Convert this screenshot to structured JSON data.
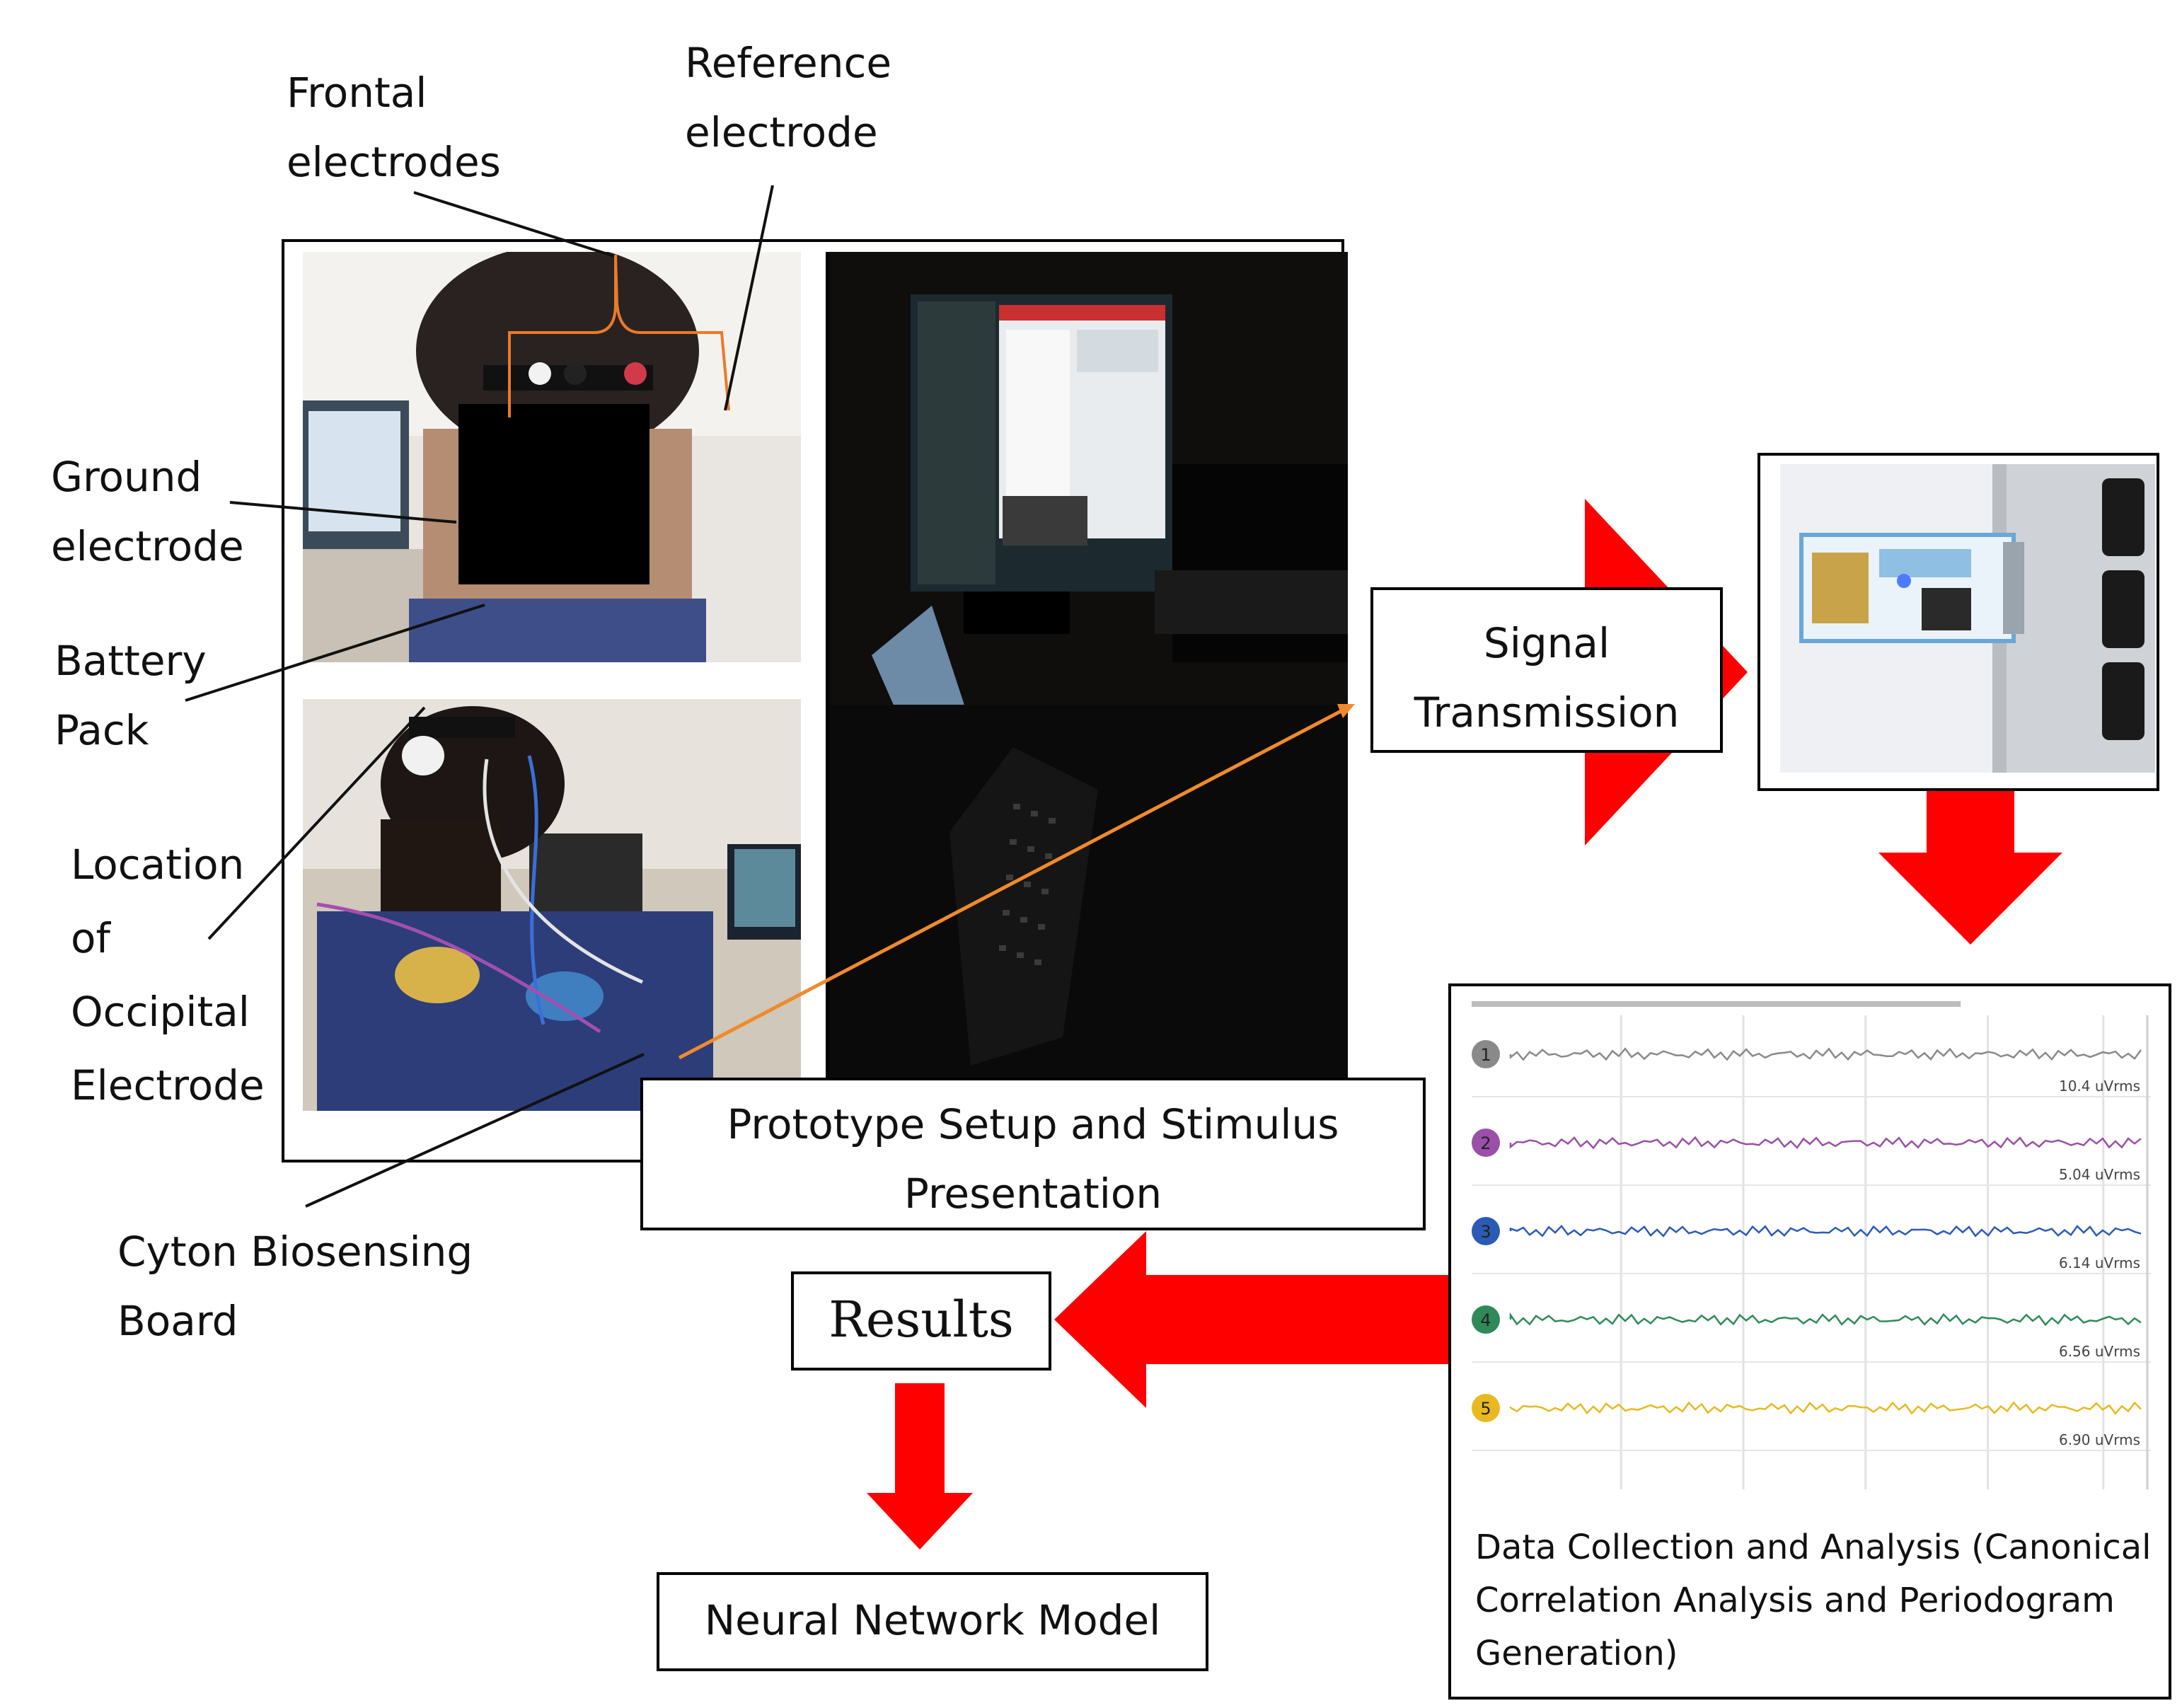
{
  "labels": {
    "frontal": [
      "Frontal",
      "electrodes"
    ],
    "reference": [
      "Reference",
      "electrode"
    ],
    "ground": [
      "Ground",
      "electrode"
    ],
    "battery": [
      "Battery",
      "Pack"
    ],
    "occipital": [
      "Location",
      "of",
      "Occipital",
      "Electrode"
    ],
    "cyton": [
      "Cyton  Biosensing",
      "Board"
    ]
  },
  "boxes": {
    "signal": [
      "Signal",
      "Transmission"
    ],
    "prototype": [
      "Prototype  Setup  and  Stimulus",
      "Presentation"
    ],
    "results": "Results",
    "neural": "Neural Network Model",
    "data_caption": [
      "Data Collection and Analysis (Canonical",
      "Correlation Analysis and Periodogram",
      "Generation)"
    ]
  },
  "eeg_channels": [
    {
      "num": "1",
      "color": "#8a8a8a",
      "rms": "10.4 uVrms"
    },
    {
      "num": "2",
      "color": "#9b4fa8",
      "rms": "5.04 uVrms"
    },
    {
      "num": "3",
      "color": "#2b5bb5",
      "rms": "6.14 uVrms"
    },
    {
      "num": "4",
      "color": "#2f8a5a",
      "rms": "6.56 uVrms"
    },
    {
      "num": "5",
      "color": "#e8b920",
      "rms": "6.90 uVrms"
    }
  ],
  "colors": {
    "arrow": "#ff0000",
    "pointer": "#f08a2a",
    "bracket": "#e97a2a"
  }
}
